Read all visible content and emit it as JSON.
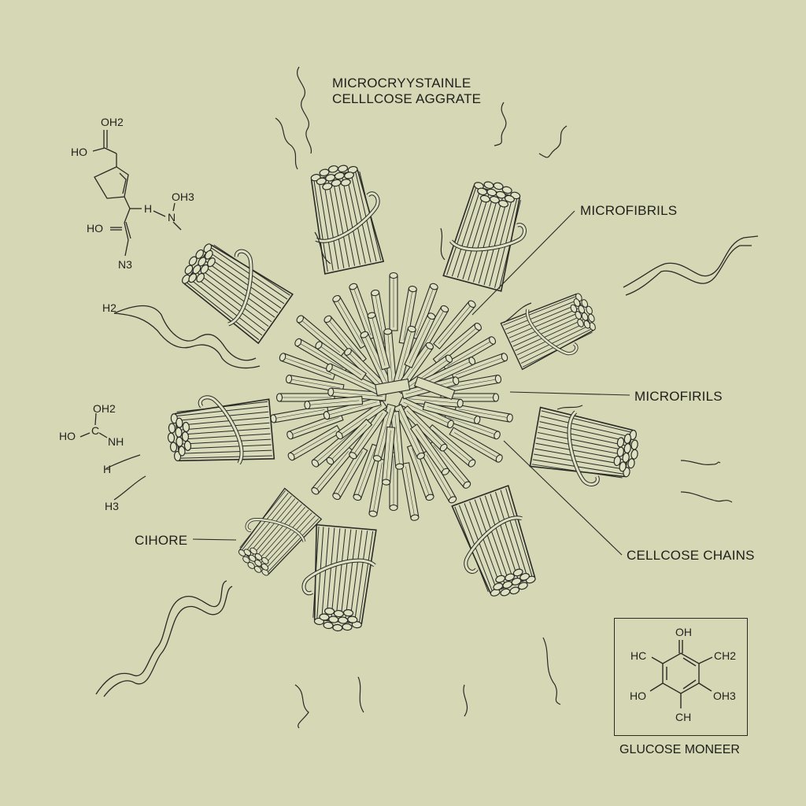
{
  "diagram": {
    "title_lines": [
      "MICROCRYYSTAINLE",
      "CELLLCOSE AGGRATE"
    ],
    "background_color": "#d5d7b5",
    "ink_color": "#2a2a26",
    "labels": {
      "microfibrils_upper": "MICROFIBRILS",
      "microfibrils_right": "MICROFIRILS",
      "cellulose_chains": "CELLCOSE CHAINS",
      "cihore": "CIHORE",
      "glucose_caption": "GLUCOSE MONEER"
    },
    "top_left_molecule": {
      "oh2_top": "OH2",
      "ho_left": "HO",
      "h_bridge": "H",
      "oh3": "OH3",
      "n": "N",
      "ho_lower": "HO",
      "n3": "N3"
    },
    "left_mid_molecule": {
      "oh2": "OH2",
      "ho": "HO",
      "c": "C",
      "nh": "NH"
    },
    "helix_labels": {
      "h2_ribbon": "H2",
      "h_small_1": "H",
      "h3_small_2": "H3"
    },
    "glucose_monomer": {
      "oh_top": "OH",
      "hc": "HC",
      "ch2": "CH2",
      "ho": "HO",
      "oh3": "OH3",
      "ch": "CH"
    }
  }
}
